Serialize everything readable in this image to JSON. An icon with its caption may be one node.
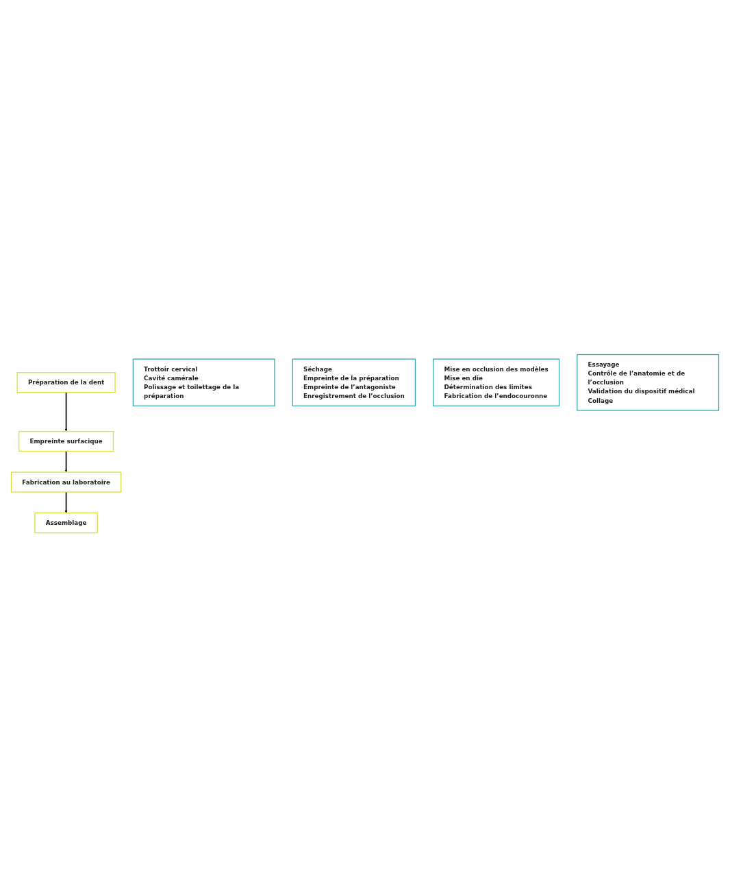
{
  "diagram": {
    "nodes": [
      {
        "text": [
          "Préparation de la dent"
        ]
      },
      {
        "text": [
          "Trottoir cervical",
          "Cavité camérale",
          "Polissage et toilettage de la préparation"
        ]
      },
      {
        "text": [
          "Empreinte surfacique"
        ]
      },
      {
        "text": [
          "Séchage",
          "Empreinte de la préparation",
          "Empreinte de l’antagoniste",
          "Enregistrement de l’occlusion"
        ]
      },
      {
        "text": [
          "Fabrication au laboratoire"
        ]
      },
      {
        "text": [
          "Mise en occlusion des modèles",
          "Mise en die",
          "Détermination des limites",
          "Fabrication de l’endocouronne"
        ]
      },
      {
        "text": [
          "Assemblage"
        ]
      },
      {
        "text": [
          "Essayage",
          "Contrôle de l’anatomie et de l’occlusion",
          "Validation du dispositif médical",
          "Collage"
        ]
      }
    ],
    "edges": [
      {
        "from": 0,
        "to": 2,
        "arrow": "to"
      },
      {
        "from": 2,
        "to": 4,
        "arrow": "to"
      },
      {
        "from": 4,
        "to": 6,
        "arrow": "to"
      }
    ]
  }
}
